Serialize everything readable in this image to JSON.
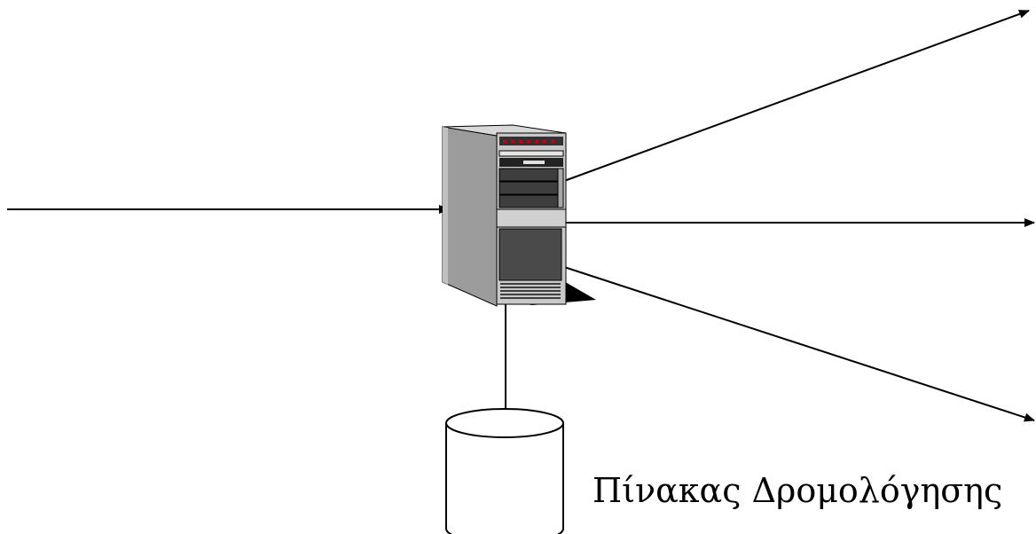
{
  "diagram": {
    "nodes": [
      {
        "id": "router",
        "kind": "server-tower",
        "label": ""
      },
      {
        "id": "routing-table",
        "kind": "database-cylinder",
        "label": "Πίνακας Δρομολόγησης"
      }
    ],
    "edges": [
      {
        "from": "external-left",
        "to": "router",
        "directed": true
      },
      {
        "from": "router",
        "to": "external-top-right",
        "directed": true
      },
      {
        "from": "router",
        "to": "external-right",
        "directed": true
      },
      {
        "from": "router",
        "to": "external-bottom-right",
        "directed": true
      },
      {
        "from": "router",
        "to": "routing-table",
        "directed": false
      }
    ]
  },
  "colors": {
    "line": "#000000",
    "tower_front": "#c8c8c8",
    "tower_side": "#8c8c8c",
    "tower_dark": "#4a4a4a",
    "led": "#cc0000",
    "shadow": "#000000",
    "cylinder": "#ffffff"
  }
}
